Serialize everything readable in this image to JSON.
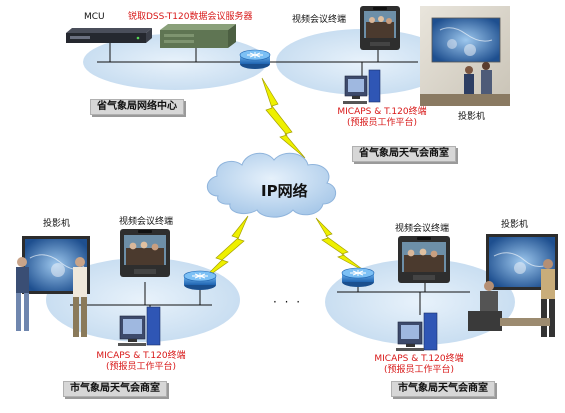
{
  "cloud": {
    "label": "IP网络"
  },
  "provincial": {
    "mcu_label": "MCU",
    "server_label": "锐取DSS-T120数据会议服务器",
    "videoconf_label": "视频会议终端",
    "center_label": "省气象局网络中心",
    "micaps_line1": "MICAPS & T.120终端",
    "micaps_line2": "(预报员工作平台)",
    "projector_label": "投影机",
    "room_label": "省气象局天气会商室"
  },
  "city_left": {
    "projector_label": "投影机",
    "videoconf_label": "视频会议终端",
    "micaps_line1": "MICAPS & T.120终端",
    "micaps_line2": "(预报员工作平台)",
    "room_label": "市气象局天气会商室"
  },
  "city_right": {
    "videoconf_label": "视频会议终端",
    "projector_label": "投影机",
    "micaps_line1": "MICAPS & T.120终端",
    "micaps_line2": "(预报员工作平台)",
    "room_label": "市气象局天气会商室"
  },
  "ellipsis": "· · ·",
  "colors": {
    "ellipse": "#d4e6f4",
    "cloud": "#c4dcf2",
    "lightning": "#eef000",
    "router": "#2f7fd0",
    "label_red": "#d81818",
    "site_label_bg": "#d7d7d7"
  }
}
